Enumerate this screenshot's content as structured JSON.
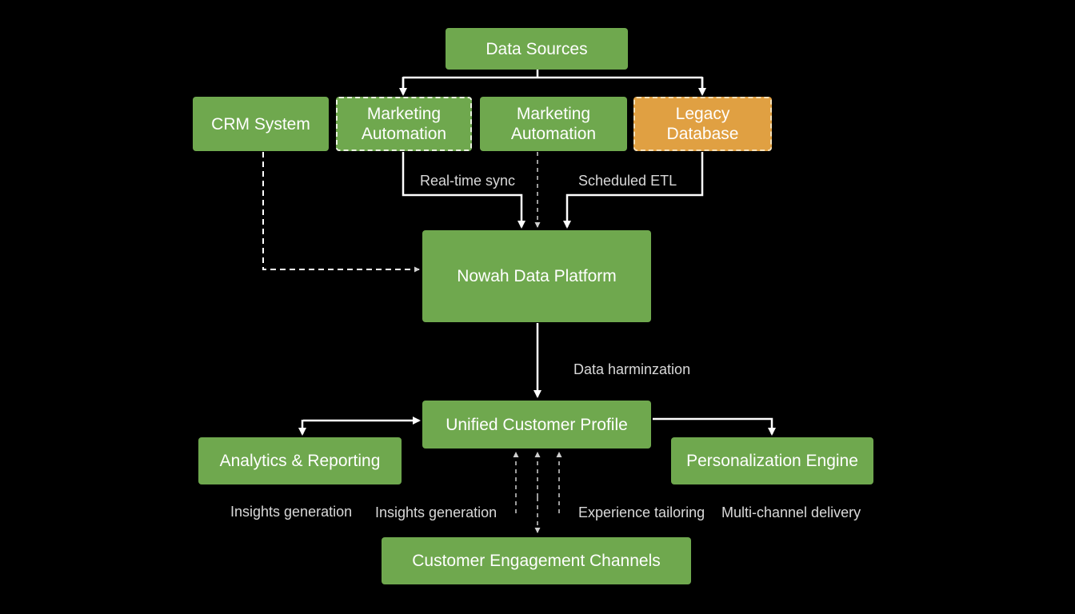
{
  "nodes": {
    "data_sources": "Data Sources",
    "crm_system": "CRM System",
    "marketing_automation_1": [
      "Marketing",
      "Automation"
    ],
    "marketing_automation_2": [
      "Marketing",
      "Automation"
    ],
    "legacy_database": [
      "Legacy",
      "Database"
    ],
    "data_platform": "Nowah Data Platform",
    "unified_profile": "Unified Customer Profile",
    "analytics_reporting": "Analytics & Reporting",
    "personalization_engine": "Personalization Engine",
    "engagement_channels": "Customer Engagement Channels"
  },
  "labels": {
    "realtime_sync": "Real-time sync",
    "scheduled_etl": "Scheduled ETL",
    "data_harmonization": "Data harminzation",
    "insights_left": "Insights generation",
    "insights_center": "Insights generation",
    "experience_tailoring": "Experience tailoring",
    "multichannel_delivery": "Multi-channel delivery"
  },
  "colors": {
    "background": "#000000",
    "node_green": "#6fa84e",
    "node_orange": "#e0a042",
    "connector": "#ffffff",
    "label_text": "#d9d9d9"
  }
}
